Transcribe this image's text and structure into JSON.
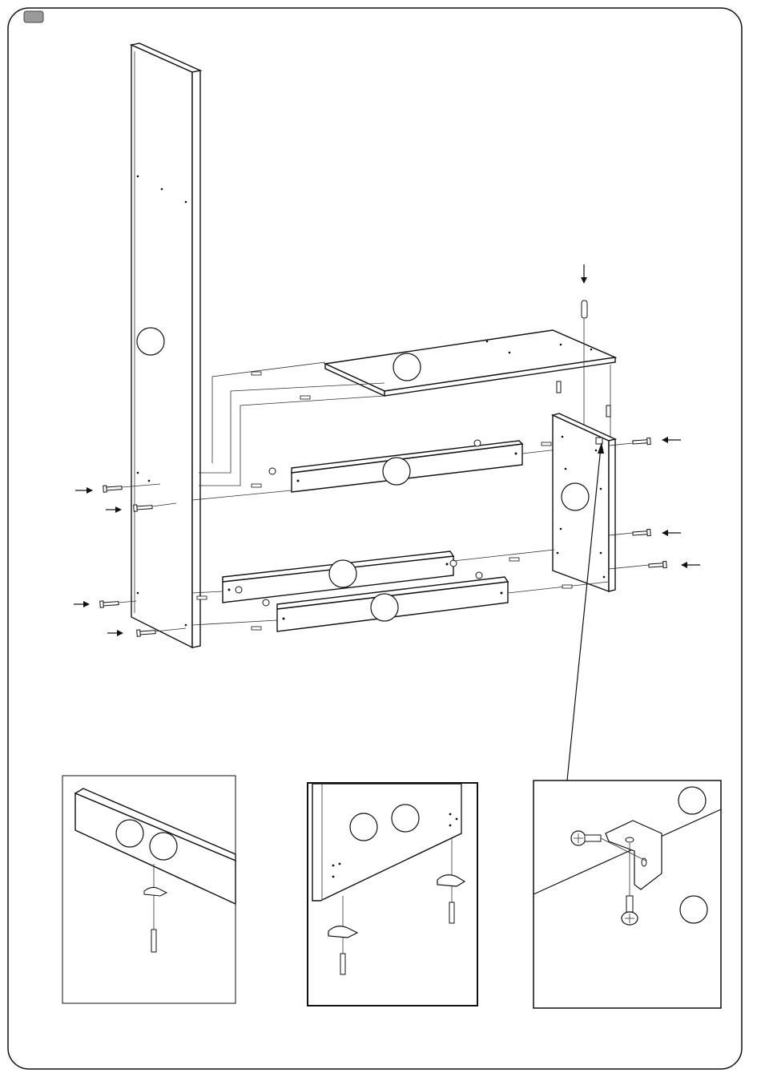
{
  "page": {
    "step_tag_color": "#9a9a9a",
    "border_color": "#111111"
  },
  "part_bubbles": [
    {
      "id": "side-panel-left"
    },
    {
      "id": "top-shelf"
    },
    {
      "id": "rail-upper"
    },
    {
      "id": "side-panel-right"
    },
    {
      "id": "rail-lower-back"
    },
    {
      "id": "rail-lower-front"
    }
  ],
  "arrows": {
    "count": 9,
    "icon": "arrow-right-icon"
  },
  "detail_panels": [
    {
      "id": "detail-left",
      "bubbles": 2
    },
    {
      "id": "detail-center",
      "bubbles": 2
    },
    {
      "id": "detail-right",
      "bubbles": 2
    }
  ]
}
